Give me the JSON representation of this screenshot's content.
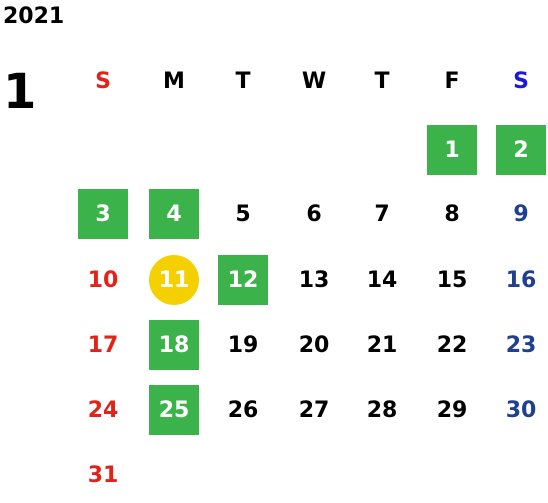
{
  "calendar": {
    "year": "2021",
    "month": "1",
    "weekdays": [
      "S",
      "M",
      "T",
      "W",
      "T",
      "F",
      "S"
    ],
    "days": [
      "1",
      "2",
      "3",
      "4",
      "5",
      "6",
      "7",
      "8",
      "9",
      "10",
      "11",
      "12",
      "13",
      "14",
      "15",
      "16",
      "17",
      "18",
      "19",
      "20",
      "21",
      "22",
      "23",
      "24",
      "25",
      "26",
      "27",
      "28",
      "29",
      "30",
      "31"
    ],
    "first_weekday_index": 5,
    "highlighted_days": [
      1,
      2,
      3,
      4,
      12,
      18,
      25
    ],
    "today": 11,
    "colors": {
      "sunday": "#e2231a",
      "saturday_header": "#1a1adb",
      "saturday": "#1f3f8f",
      "highlight": "#3cb34a",
      "today": "#f5d000"
    }
  }
}
